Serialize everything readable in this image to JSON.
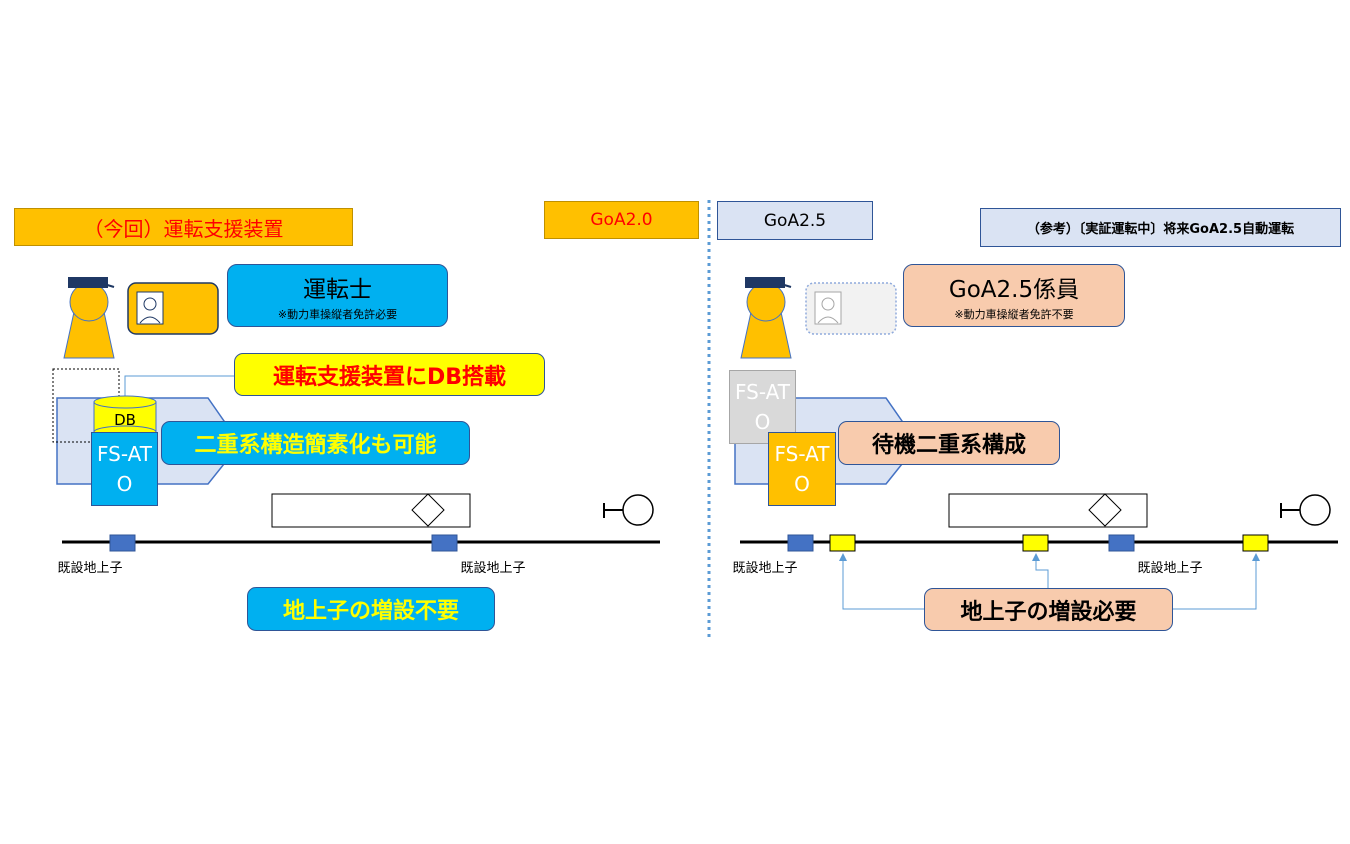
{
  "left": {
    "header": "（今回）運転支援装置",
    "goa_badge": "GoA2.0",
    "driver_title": "運転士",
    "driver_note": "※動力車操縦者免許必要",
    "db_callout": "運転支援装置にDB搭載",
    "db_label": "DB",
    "fsato_label": "FS-ATO",
    "dual_callout": "二重系構造簡素化も可能",
    "transponder_left": "既設地上子",
    "transponder_right": "既設地上子",
    "footer_callout": "地上子の増設不要"
  },
  "right": {
    "goa_badge": "GoA2.5",
    "reference_note": "（参考）〔実証運転中〕将来GoA2.5自動運転",
    "staff_title": "GoA2.5係員",
    "staff_note": "※動力車操縦者免許不要",
    "fsato_back_label": "FS-ATO",
    "fsato_front_label": "FS-ATO",
    "standby_callout": "待機二重系構成",
    "transponder_left": "既設地上子",
    "transponder_right": "既設地上子",
    "footer_callout": "地上子の増設必要"
  },
  "colors": {
    "orange": "#FFC000",
    "blue": "#00B0F0",
    "yellow": "#FFFF00",
    "peach": "#F8CBAD",
    "light_blue": "#DAE3F3",
    "transponder_blue": "#4472C4",
    "red_text": "#FF0000"
  }
}
